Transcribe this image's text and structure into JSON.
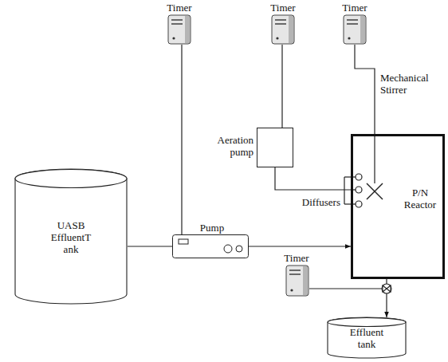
{
  "diagram": {
    "nodes": [
      {
        "text": [
          "Timer"
        ]
      },
      {
        "text": [
          "Timer"
        ]
      },
      {
        "text": [
          "Timer"
        ]
      },
      {
        "text": [
          "Aeration pump"
        ]
      },
      {
        "text": [
          "UASB EffluentT ank"
        ]
      },
      {
        "text": [
          "Pump"
        ]
      },
      {
        "text": [
          "P/N Reactor"
        ]
      },
      {
        "text": [
          "Timer"
        ]
      },
      {
        "text": [
          "Effluent tank"
        ]
      }
    ],
    "edges": [
      {
        "from": 0,
        "to": 5,
        "arrow": "none"
      },
      {
        "from": 1,
        "to": 3,
        "arrow": "none"
      },
      {
        "from": 4,
        "to": 5,
        "arrow": "none"
      },
      {
        "from": 5,
        "to": 6,
        "arrow": "to"
      },
      {
        "from": 3,
        "to": 6,
        "arrow": "none"
      },
      {
        "from": 6,
        "to": 8,
        "arrow": "to"
      }
    ],
    "labels": [
      "Mechanical Stirrer",
      "Diffusers"
    ]
  }
}
